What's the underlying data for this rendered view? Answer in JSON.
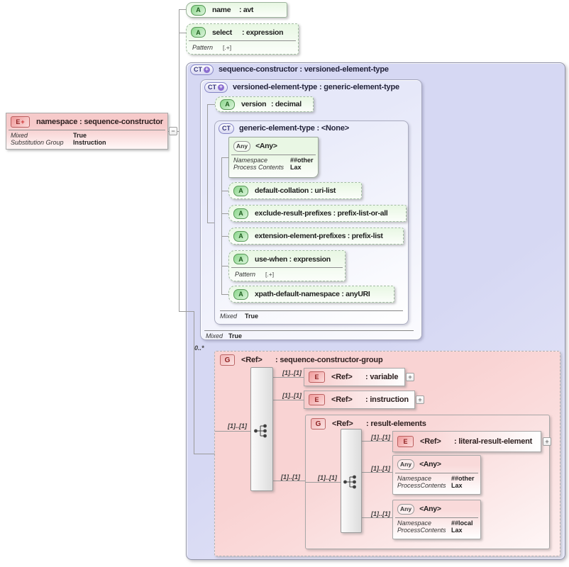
{
  "icons": {
    "element": "E",
    "attribute": "A",
    "complex_type": "CT",
    "any": "Any",
    "group": "G",
    "plus": "+",
    "minus": "−"
  },
  "element": {
    "name": "namespace",
    "type": " : sequence-constructor",
    "props": [
      {
        "label": "Mixed",
        "value": "True"
      },
      {
        "label": "Substitution Group",
        "value": "Instruction"
      }
    ]
  },
  "attr_name": {
    "name": "name",
    "type": ": avt"
  },
  "attr_select": {
    "name": "select",
    "type": ": expression",
    "facet_label": "Pattern",
    "facet_value": "[.+]"
  },
  "ct_outer": {
    "title": "sequence-constructor : versioned-element-type"
  },
  "ct_versioned": {
    "title": "versioned-element-type : generic-element-type",
    "mixed_label": "Mixed",
    "mixed_value": "True"
  },
  "attr_version": {
    "name": "version",
    "type": ": decimal"
  },
  "ct_generic": {
    "title": "generic-element-type : <None>",
    "mixed_label": "Mixed",
    "mixed_value": "True"
  },
  "any_generic": {
    "name": "<Any>",
    "props": [
      {
        "label": "Namespace",
        "value": "##other"
      },
      {
        "label": "Process Contents",
        "value": "Lax"
      }
    ]
  },
  "generic_attrs": [
    {
      "name": "default-collation",
      "type": " : uri-list"
    },
    {
      "name": "exclude-result-prefixes",
      "type": " : prefix-list-or-all"
    },
    {
      "name": "extension-element-prefixes",
      "type": " : prefix-list"
    },
    {
      "name": "use-when",
      "type": " : expression",
      "facet_label": "Pattern",
      "facet_value": "[.+]"
    },
    {
      "name": "xpath-default-namespace",
      "type": " : anyURI"
    }
  ],
  "group": {
    "cardinality": "0..*",
    "name": "<Ref>",
    "type": ": sequence-constructor-group",
    "bar_card": "[1]..[1]"
  },
  "variable": {
    "card": "[1]..[1]",
    "name": "<Ref>",
    "type": ": variable"
  },
  "instruction": {
    "card": "[1]..[1]",
    "name": "<Ref>",
    "type": ": instruction"
  },
  "result_group": {
    "card": "[1]..[1]",
    "name": "<Ref>",
    "type": ": result-elements",
    "bar_card": "[1]..[1]"
  },
  "literal": {
    "card": "[1]..[1]",
    "name": "<Ref>",
    "type": ": literal-result-element"
  },
  "any_other": {
    "card": "[1]..[1]",
    "name": "<Any>",
    "props": [
      {
        "label": "Namespace",
        "value": "##other"
      },
      {
        "label": "ProcessContents",
        "value": "Lax"
      }
    ]
  },
  "any_local": {
    "card": "[1]..[1]",
    "name": "<Any>",
    "props": [
      {
        "label": "Namespace",
        "value": "##local"
      },
      {
        "label": "ProcessContents",
        "value": "Lax"
      }
    ]
  },
  "colors": {
    "element_accent": "#bb5f5f",
    "attribute_accent": "#579957",
    "complex_accent": "#8585c5",
    "lavender_fill": "#d6d8f3",
    "pink_fill": "#f9d3d3",
    "green_fill": "#e8f7e3",
    "line": "#9b9b9b"
  }
}
